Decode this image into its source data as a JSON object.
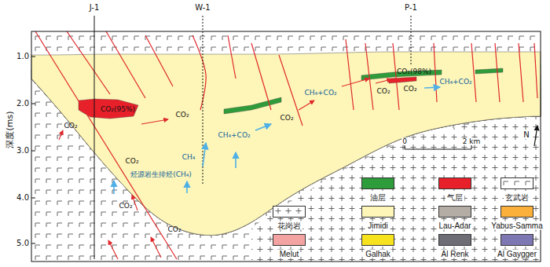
{
  "diagram": {
    "labels": [
      "J-1",
      "W-1",
      "P-1",
      "深度(ms)",
      "1.0",
      "2.0",
      "3.0",
      "4.0",
      "5.0",
      "CO₂(95%)",
      "CO₂",
      "CO₂",
      "CO₂",
      "CO₂",
      "CO₂",
      "CH₄",
      "烃源岩生排烃(CH₄)",
      "CH₄+CO₂",
      "CO₂",
      "CH₄+CO₂",
      "CO₂",
      "CO₂(98%)",
      "CO₂",
      "CH₄+CO₂",
      "0",
      "2 km",
      "N"
    ],
    "legend": [
      {
        "text": "油层",
        "color": "#2e9c3a"
      },
      {
        "text": "气层",
        "color": "#e8202a"
      },
      {
        "text": "玄武岩"
      },
      {
        "text": "花岗岩"
      },
      {
        "text": "Jimidi",
        "color": "#fdf6b8"
      },
      {
        "text": "Lau-Adar",
        "color": "#b3ada6"
      },
      {
        "text": "Yabus-Samma",
        "color": "#fbb03b"
      },
      {
        "text": "Melut",
        "color": "#f4a3a3"
      },
      {
        "text": "Galhak",
        "color": "#f7e21e"
      },
      {
        "text": "Al Renk",
        "color": "#6e6c75"
      },
      {
        "text": "Al Gaygger",
        "color": "#7d78b4"
      }
    ]
  }
}
